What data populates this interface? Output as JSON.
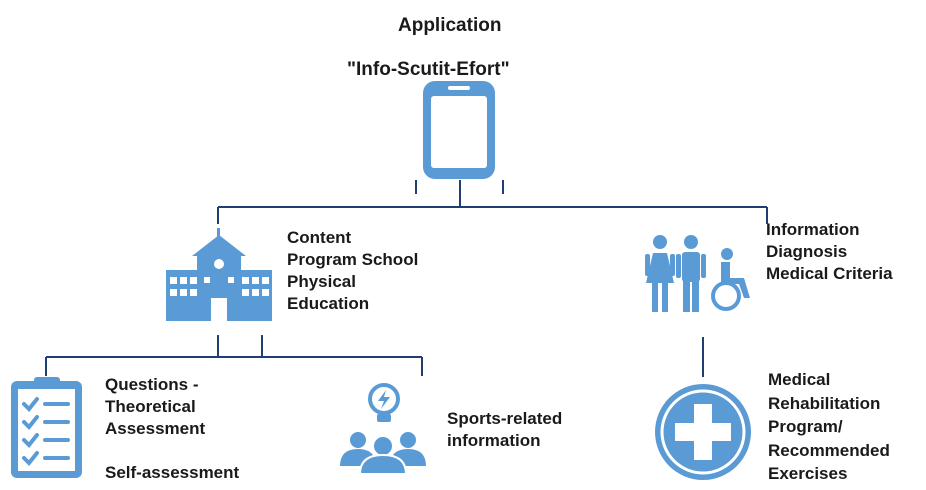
{
  "app": {
    "title": "Application",
    "name": "\"Info-Scutit-Efort\""
  },
  "nodes": {
    "content": {
      "lines": [
        "Content",
        "Program School",
        "Physical",
        "Education"
      ]
    },
    "information": {
      "lines": [
        "Information",
        "Diagnosis",
        "Medical Criteria"
      ]
    },
    "questions": {
      "lines": [
        "Questions -",
        "Theoretical",
        "Assessment"
      ],
      "extra": "Self-assessment"
    },
    "sports": {
      "lines": [
        "Sports-related",
        "information"
      ]
    },
    "medical": {
      "lines": [
        "Medical",
        "Rehabilitation",
        "Program/",
        "Recommended",
        "Exercises"
      ]
    }
  },
  "colors": {
    "icon": "#5b9bd5",
    "connector": "#1f3f73",
    "text": "#1a1a1a"
  },
  "icons": [
    "smartphone-icon",
    "school-building-icon",
    "people-wheelchair-icon",
    "checklist-icon",
    "team-idea-icon",
    "medical-cross-icon"
  ]
}
